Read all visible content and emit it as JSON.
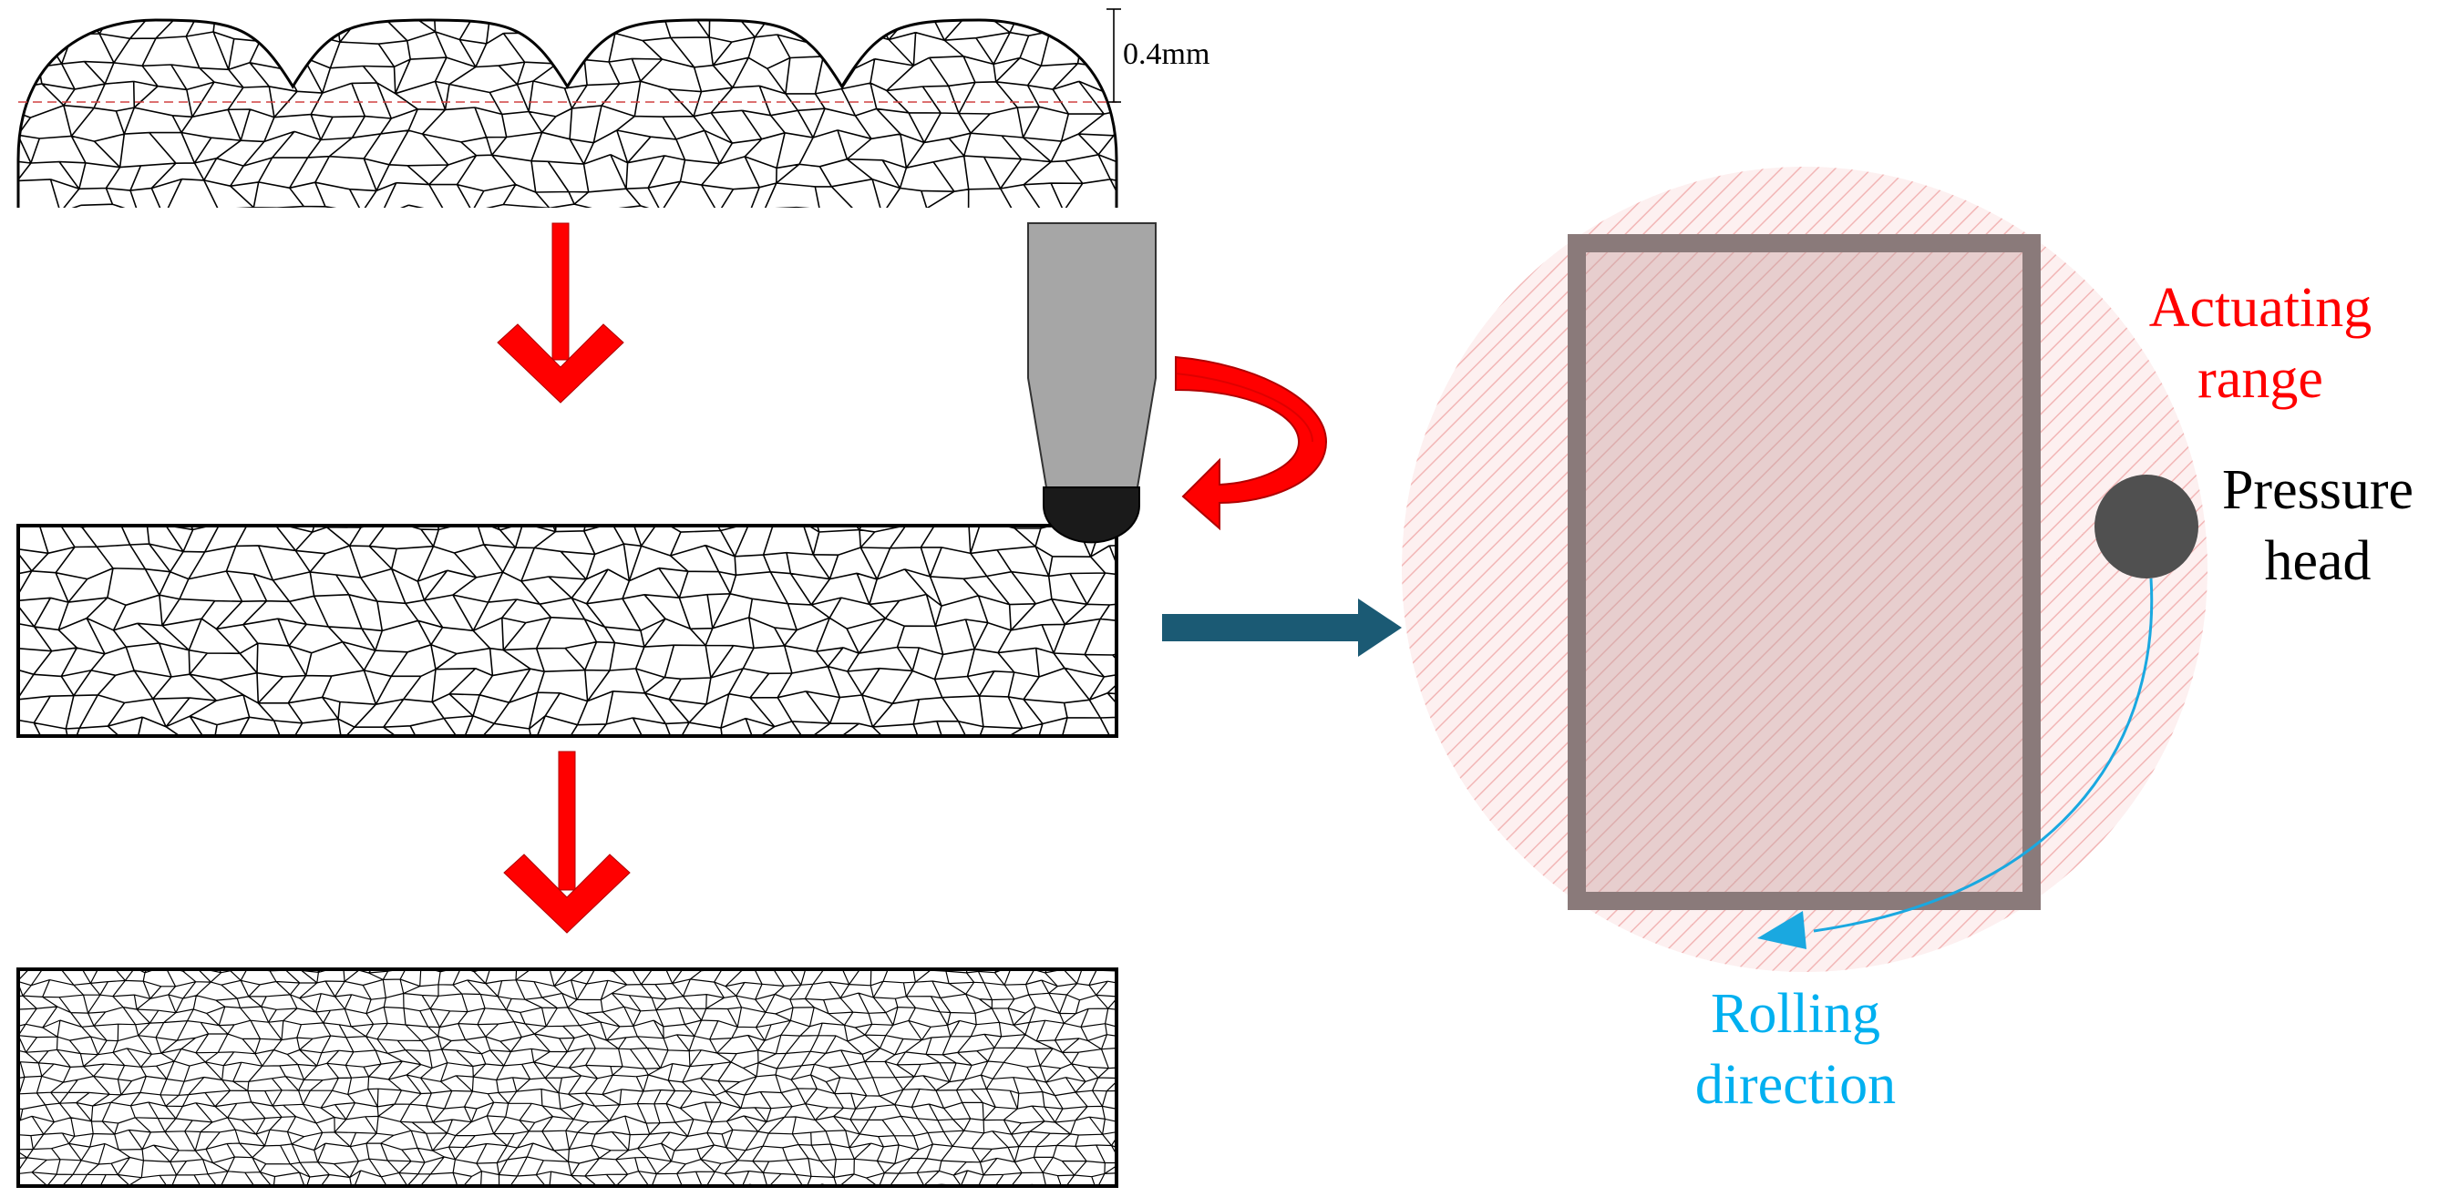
{
  "diagram": {
    "dimension_label": "0.4mm",
    "labels": {
      "actuating_range_line1": "Actuating",
      "actuating_range_line2": "range",
      "pressure_head_line1": "Pressure",
      "pressure_head_line2": "head",
      "rolling_direction_line1": "Rolling",
      "rolling_direction_line2": "direction"
    },
    "colors": {
      "red_arrow": "#ff0000",
      "process_arrow": "#1b5a74",
      "rolling_arrow": "#1aa8e0",
      "actuating_text": "#ff0000",
      "rolling_text": "#00b0f0",
      "pressure_head": "#505050",
      "workpiece_border": "#8a7a7a",
      "workpiece_fill": "#c99a9a",
      "hatch": "#f2b6b6",
      "tool_body": "#a6a6a6",
      "tool_tip": "#1a1a1a"
    },
    "icons": {
      "down_arrows": "red-down-arrow-icon",
      "rotation": "curved-rotation-arrow-icon",
      "process": "right-arrow-icon"
    }
  }
}
